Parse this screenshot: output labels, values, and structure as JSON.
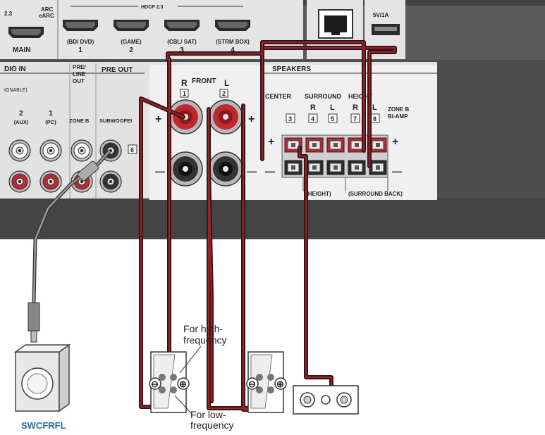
{
  "top_ports": {
    "arc_small": "2.3",
    "arc": "ARC",
    "earc": "eARC",
    "main": "MAIN",
    "hdcp": "HDCP 2.3",
    "hdmi_inputs": [
      {
        "name": "(BD/ DVD)",
        "num": "1"
      },
      {
        "name": "(GAME)",
        "num": "2"
      },
      {
        "name": "(CBL/ SAT)",
        "num": "3"
      },
      {
        "name": "(STRM BOX)",
        "num": "4"
      }
    ],
    "usb_power": "5V/1A"
  },
  "sections": {
    "audio_in": "DIO IN",
    "assignable": "IGNABLE)",
    "pre_line_out": [
      "PRE/",
      "LINE",
      "OUT"
    ],
    "pre_out": "PRE OUT",
    "speakers": "SPEAKERS",
    "zone_b": "ZONE B",
    "subwoofer": "SUBWOOFEI",
    "sub_num": "6"
  },
  "audio_inputs": [
    {
      "num": "2",
      "name": "(AUX)"
    },
    {
      "num": "1",
      "name": "(PC)"
    }
  ],
  "front": {
    "title": "FRONT",
    "r": "R",
    "l": "L",
    "r_num": "1",
    "l_num": "2",
    "plus": "+",
    "minus": "—"
  },
  "speaker_channels": {
    "center": "CENTER",
    "center_num": "3",
    "surround": "SURROUND",
    "surround_r": "R",
    "surround_l": "L",
    "surround_r_num": "4",
    "surround_l_num": "5",
    "height": "HEIGHT",
    "height_r": "R",
    "height_l": "L",
    "height_r_num": "7",
    "height_l_num": "8",
    "zone_b_biamp": [
      "ZONE B",
      "BI-AMP"
    ],
    "height_sub": "(HEIGHT)",
    "surround_back": "(SURROUND BACK)"
  },
  "annotations": {
    "high_freq": [
      "For high-",
      "frequency"
    ],
    "low_freq": [
      "For low-",
      "frequency"
    ]
  },
  "subwoofer_label": "SWCFRFL",
  "colors": {
    "panel": "#d9d9d9",
    "panel_dark": "#4a4a4a",
    "cable_red": "#b3171f",
    "cable_black": "#1a1a1a",
    "terminal_red": "#c0282e",
    "label_blue": "#1f6fb8"
  }
}
